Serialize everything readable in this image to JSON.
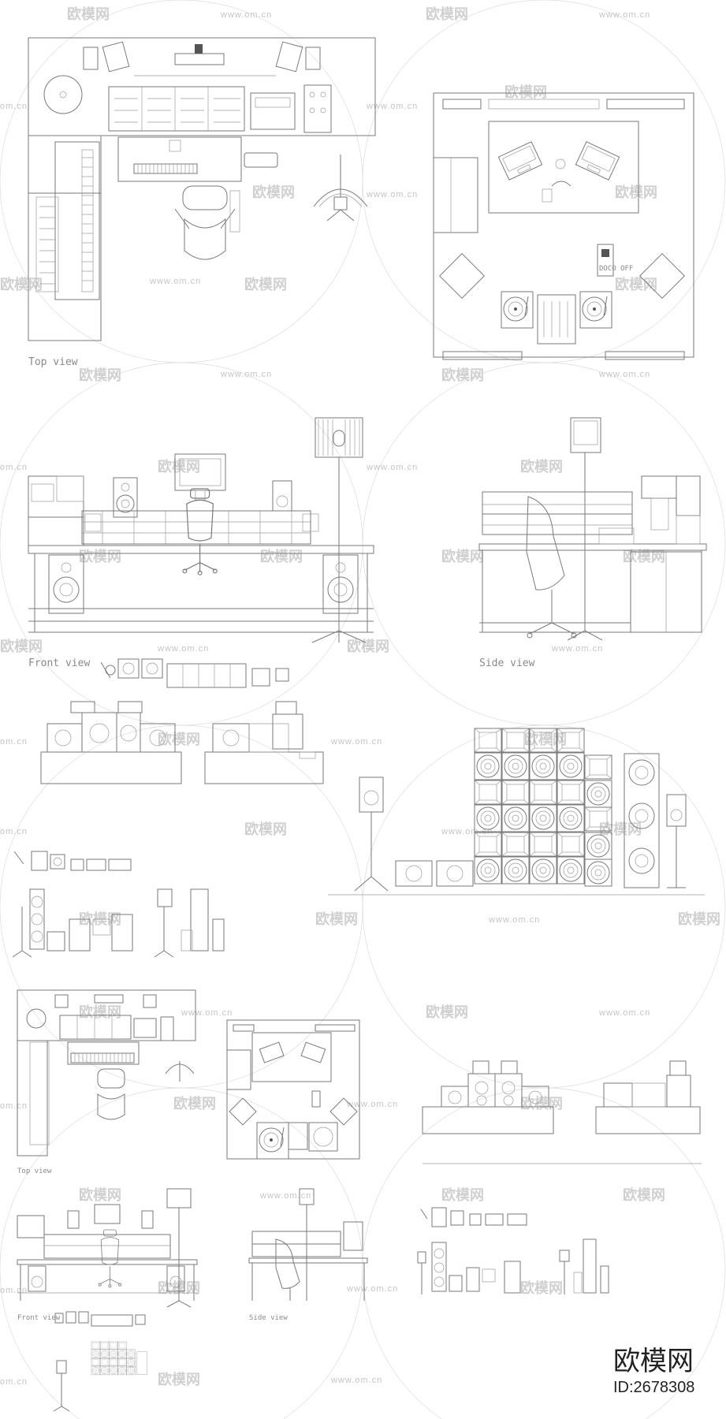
{
  "labels": {
    "top_view": "Top view",
    "front_view": "Front view",
    "side_view": "Side view",
    "top_view_small": "Top view",
    "front_view_small": "Front view",
    "side_view_small": "Side view",
    "dj_booth_sign": "DOCO OFF"
  },
  "watermark": {
    "logo_text": "欧模网",
    "url_text": "www.om.cn",
    "url_short": "om.cn"
  },
  "brand": {
    "name": "欧模网",
    "id": "ID:2678308"
  },
  "colors": {
    "line": "#7a7a7a",
    "watermark": "#c4c4c4",
    "brand": "#222222"
  },
  "icons": [
    "studio-desk-icon",
    "office-chair-icon",
    "studio-monitor-icon",
    "speaker-stack-icon",
    "mic-stand-icon",
    "turntable-icon",
    "laptop-icon"
  ]
}
